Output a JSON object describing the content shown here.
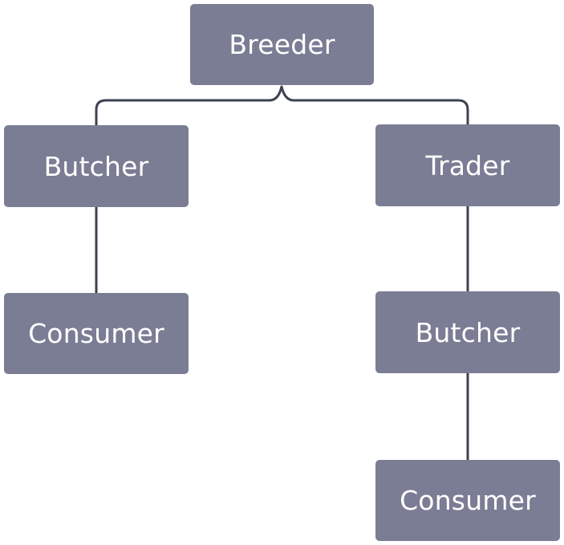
{
  "style": {
    "node_fill": "#7a7d94",
    "node_text": "#ffffff",
    "connector": "#3c4250"
  },
  "nodes": {
    "breeder": "Breeder",
    "butcher_left": "Butcher",
    "consumer_left": "Consumer",
    "trader": "Trader",
    "butcher_right": "Butcher",
    "consumer_right": "Consumer"
  },
  "edges": [
    {
      "from": "Breeder",
      "to": "Butcher"
    },
    {
      "from": "Breeder",
      "to": "Trader"
    },
    {
      "from": "Butcher",
      "to": "Consumer"
    },
    {
      "from": "Trader",
      "to": "Butcher"
    },
    {
      "from": "Butcher",
      "to": "Consumer"
    }
  ]
}
